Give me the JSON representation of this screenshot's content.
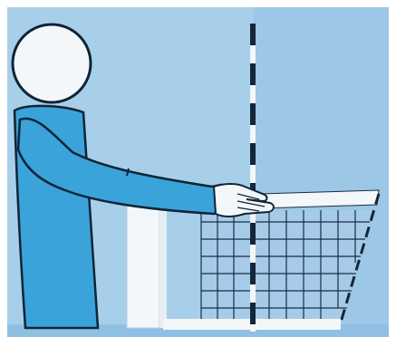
{
  "figure": {
    "colors": {
      "background_light": "#a8cfe9",
      "background_mid": "#8dbde3",
      "figure_body": "#3aa3d9",
      "outline": "#102437",
      "white": "#f4f7fa",
      "net_grid": "#1a2d44",
      "net_fill": "#a6cbe8",
      "antenna_dark": "#14263a"
    },
    "elements": [
      {
        "id": "referee-figure",
        "icon": "person-pictogram"
      },
      {
        "id": "volleyball-net",
        "icon": "net-grid"
      },
      {
        "id": "antenna",
        "icon": "striped-pole"
      },
      {
        "id": "net-post",
        "icon": "post"
      }
    ]
  }
}
